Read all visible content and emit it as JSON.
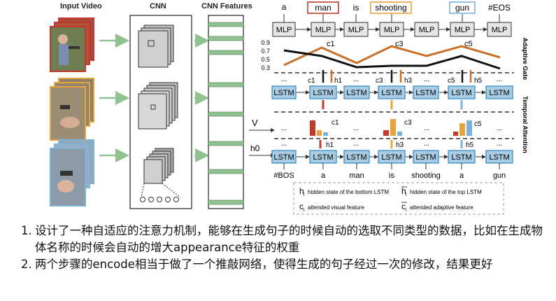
{
  "headers": {
    "input_video": "Input Video",
    "cnn": "CNN",
    "cnn_features": "CNN Features"
  },
  "top_words": [
    "a",
    "man",
    "is",
    "shooting",
    "gun",
    "#EOS"
  ],
  "mlp_label": "MLP",
  "lstm_label": "LSTM",
  "ellipsis": "...",
  "scale_ticks": [
    "0.9",
    "0.7",
    "0.5",
    "0.3"
  ],
  "side_labels": {
    "adaptive_gate": "Adaptive Gate",
    "temporal_attention": "Temporal Attention"
  },
  "symbols": {
    "V": "V",
    "h0": "h0",
    "c1": "c1",
    "c3": "c3",
    "c5": "c5",
    "h1": "h1",
    "h3": "h3",
    "h5": "h5",
    "cbar1": "c1",
    "cbar3": "c3",
    "cbar5": "c5"
  },
  "bottom_words": [
    "#BOS",
    "a",
    "man",
    "is",
    "shooting",
    "a",
    "gun"
  ],
  "legend": {
    "h": "hidden state of the bottom LSTM",
    "hbar": "hidden state of the top LSTM",
    "c": "attended visual feature",
    "cbar": "attended adaptive feature"
  },
  "colors": {
    "red": "#c0392b",
    "orange": "#e8a33c",
    "blue": "#7ab3d9",
    "lstm": "#2e86c1",
    "gate_brown": "#c8702a",
    "feature": "#8fc28f"
  },
  "notes": [
    {
      "num": "1.",
      "text": "设计了一种自适应的注意力机制，能够在生成句子的时候自动的选取不同类型的数据，比如在生成物体名称的时候会自动的增大appearance特征的权重"
    },
    {
      "num": "2.",
      "text": "两个步骤的encode相当于做了一个推敲网络，使得生成的句子经过一次的修改，结果更好"
    }
  ]
}
